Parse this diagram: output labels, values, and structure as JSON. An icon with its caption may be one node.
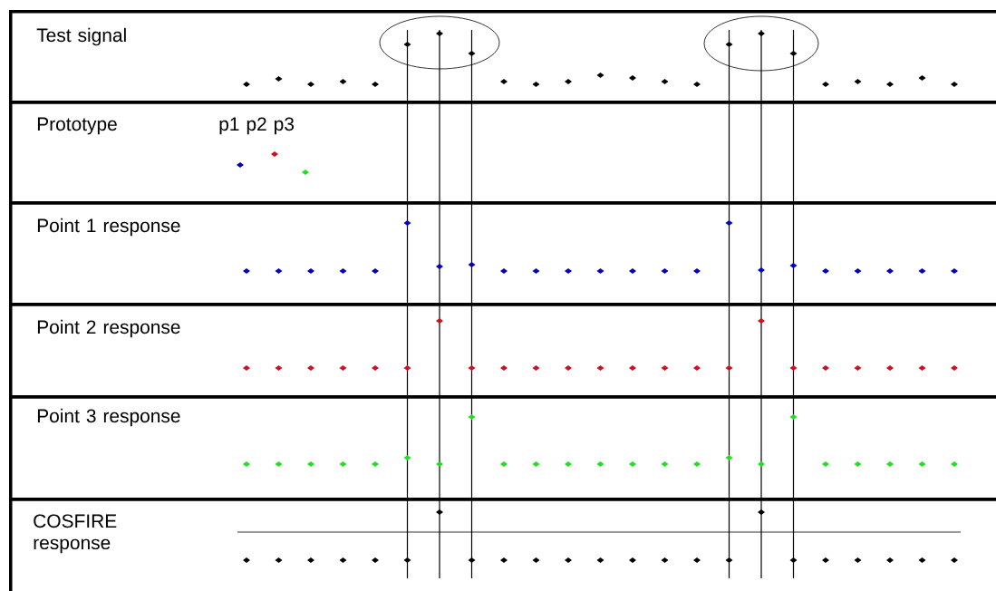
{
  "diagram": {
    "nodes": [
      {
        "text": [
          "Test signal"
        ]
      },
      {
        "text": [
          "Prototype",
          "p1 p2 p3"
        ]
      },
      {
        "text": [
          "Point 1 response"
        ]
      },
      {
        "text": [
          "Point 2 response"
        ]
      },
      {
        "text": [
          "Point 3 response"
        ]
      },
      {
        "text": [
          "COSFIRE response"
        ]
      }
    ]
  }
}
